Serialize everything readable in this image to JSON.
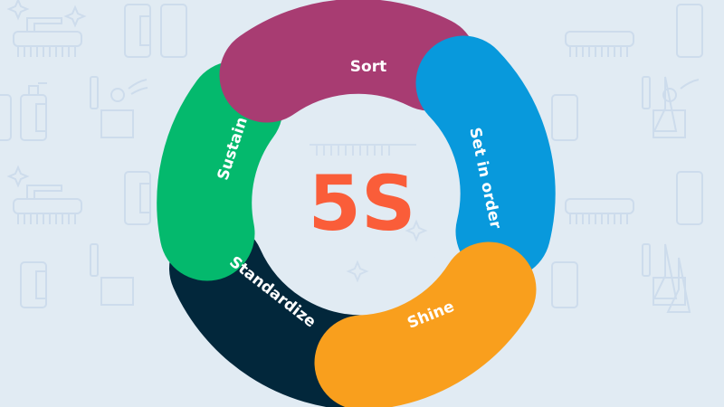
{
  "diagram": {
    "type": "cycle-ring",
    "center_label": "5S",
    "center_color": "#fa5d39",
    "background_color": "#e1ebf3",
    "pattern_icons": [
      "scrub-brush-icon",
      "spray-bottle-icon",
      "bucket-icon",
      "broom-icon",
      "sparkle-icon"
    ],
    "segments": [
      {
        "label": "Sort",
        "color": "#a83c72"
      },
      {
        "label": "Set in order",
        "color": "#0899dc"
      },
      {
        "label": "Shine",
        "color": "#f99f1d"
      },
      {
        "label": "Standardize",
        "color": "#02273b"
      },
      {
        "label": "Sustain",
        "color": "#04b96d"
      }
    ]
  }
}
